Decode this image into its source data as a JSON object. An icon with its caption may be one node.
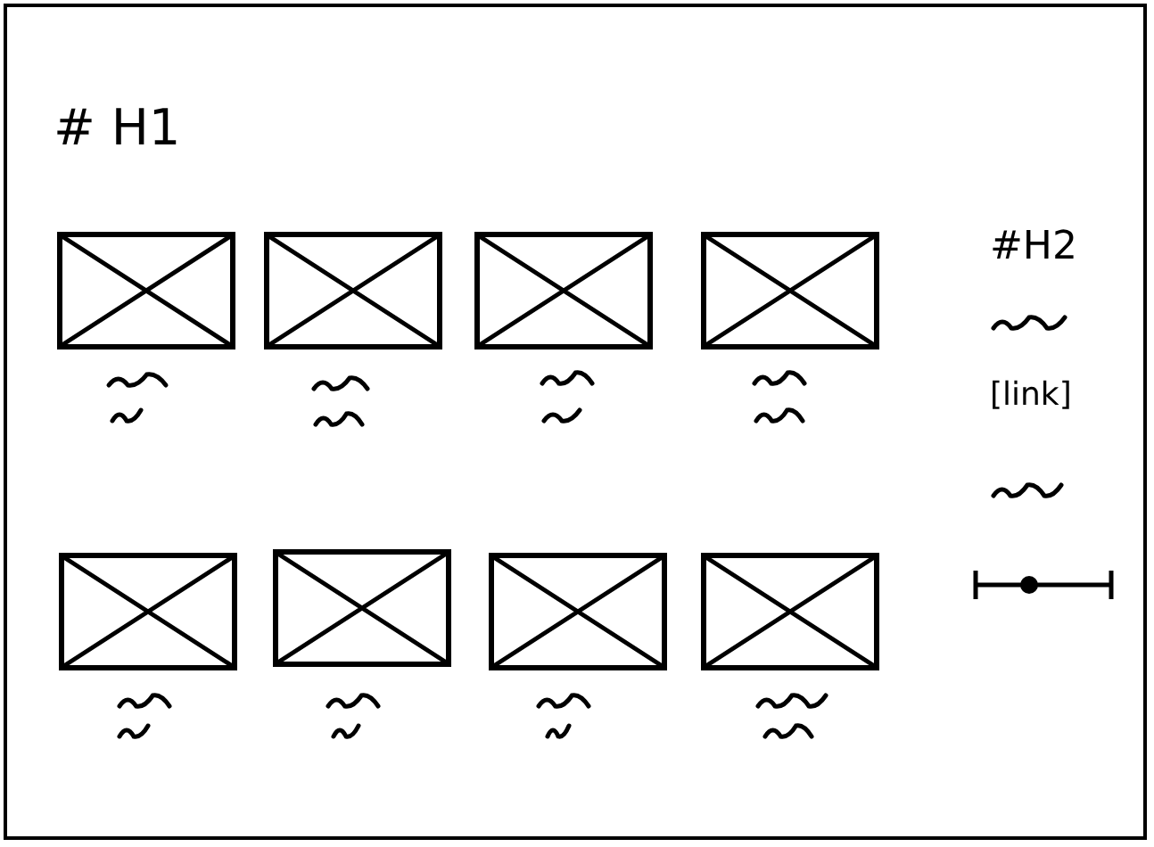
{
  "diagram": {
    "labels": [
      "# H1",
      "#H2",
      "[link]"
    ]
  }
}
